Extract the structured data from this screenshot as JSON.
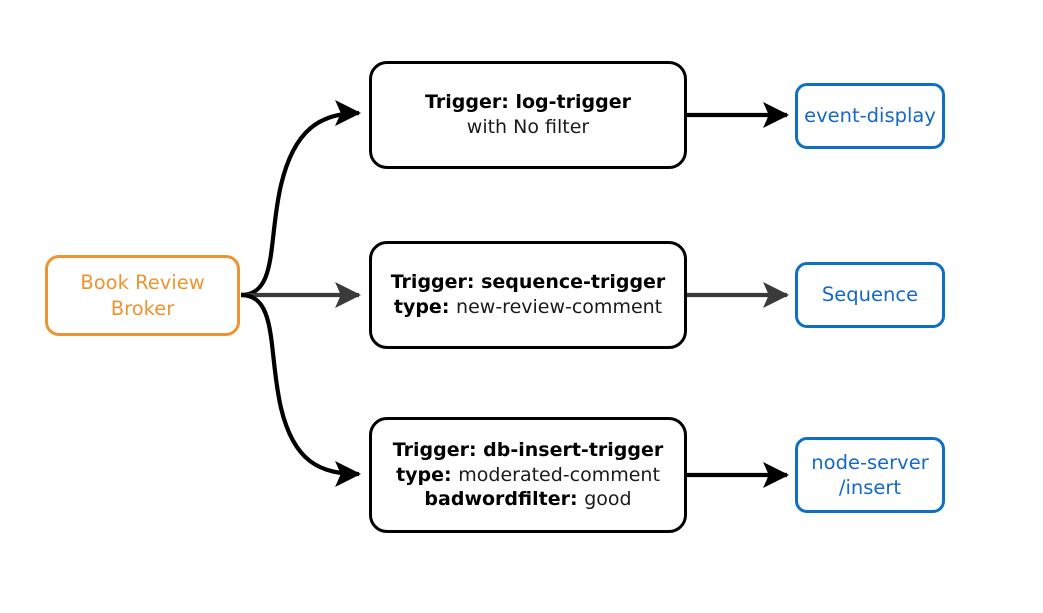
{
  "diagram": {
    "title": "Book Review Broker trigger routing",
    "type": "flow-diagram",
    "background_color": "#ffffff",
    "colors": {
      "broker_orange": "#ED9432",
      "sink_blue": "#1668C6",
      "sink_border_blue": "#0F6FC5",
      "edge_black": "#000000",
      "edge_gray": "#3A3A3A",
      "trigger_border": "#000000",
      "trigger_text": "#1a1a1a"
    }
  },
  "broker": {
    "name": "book-review-broker",
    "line1": "Book Review",
    "line2": "Broker"
  },
  "triggers": [
    {
      "id": "log-trigger",
      "line1_bold": "Trigger: log-trigger",
      "line2_plain": "with No filter",
      "line3_key": "",
      "line3_value": ""
    },
    {
      "id": "sequence-trigger",
      "line1_bold": "Trigger: sequence-trigger",
      "line2_key": "type",
      "line2_sep": ": ",
      "line2_value": "new-review-comment"
    },
    {
      "id": "db-insert-trigger",
      "line1_bold": "Trigger: db-insert-trigger",
      "line2_key": "type",
      "line2_sep": ": ",
      "line2_value": "moderated-comment",
      "line3_key": "badwordfilter",
      "line3_sep": ": ",
      "line3_value": "good"
    }
  ],
  "sinks": [
    {
      "id": "event-display",
      "line1": "event-display",
      "line2": ""
    },
    {
      "id": "sequence",
      "line1": "Sequence",
      "line2": ""
    },
    {
      "id": "node-server-insert",
      "line1": "node-server",
      "line2": "/insert"
    }
  ],
  "edges": [
    {
      "id": "broker-to-log-trigger",
      "from": "book-review-broker",
      "to": "log-trigger",
      "style": "curved",
      "color": "#000000"
    },
    {
      "id": "broker-to-sequence-trigger",
      "from": "book-review-broker",
      "to": "sequence-trigger",
      "style": "straight",
      "color": "#3A3A3A"
    },
    {
      "id": "broker-to-db-insert-trigger",
      "from": "book-review-broker",
      "to": "db-insert-trigger",
      "style": "curved",
      "color": "#000000"
    },
    {
      "id": "log-trigger-to-event-display",
      "from": "log-trigger",
      "to": "event-display",
      "style": "straight",
      "color": "#000000"
    },
    {
      "id": "sequence-trigger-to-sequence",
      "from": "sequence-trigger",
      "to": "sequence",
      "style": "straight",
      "color": "#3A3A3A"
    },
    {
      "id": "db-insert-trigger-to-node-server",
      "from": "db-insert-trigger",
      "to": "node-server-insert",
      "style": "straight",
      "color": "#000000"
    }
  ]
}
